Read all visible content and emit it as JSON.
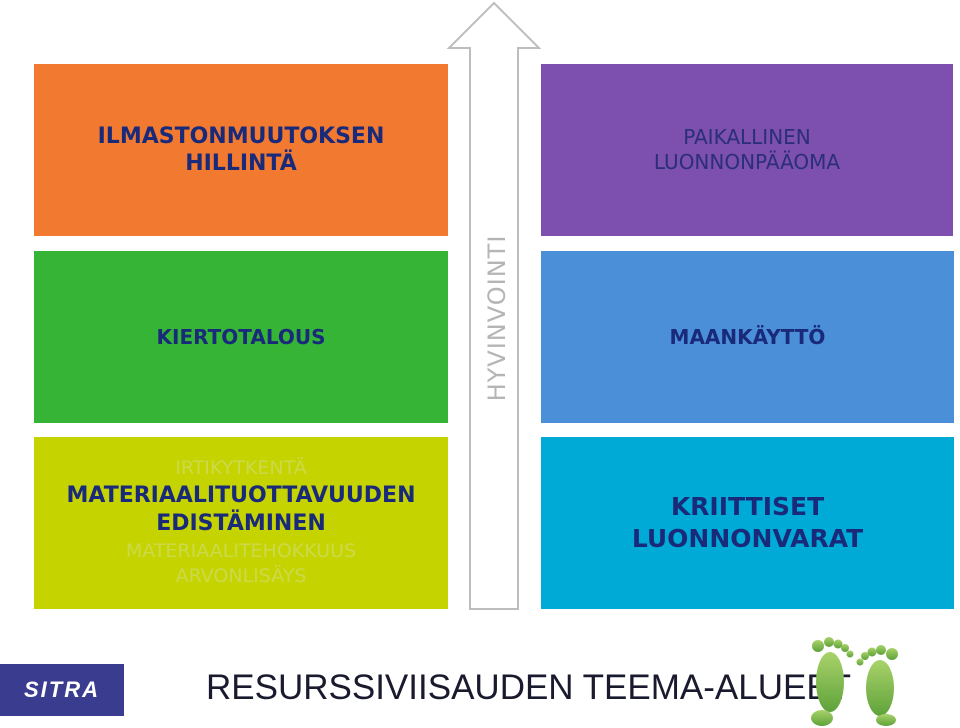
{
  "tiles": {
    "climate": "ILMASTONMUUTOKSEN\nHILLINTÄ",
    "natural_capital": "PAIKALLINEN\nLUONNONPÄÄOMA",
    "circular": "KIERTOTALOUS",
    "land_use": "MAANKÄYTTÖ",
    "materials": {
      "faint_top": "IRTIKYTKENTÄ",
      "main": "MATERIAALITUOTTAVUUDEN\nEDISTÄMINEN",
      "faint_bottom_1": "MATERIAALITEHOKKUUS",
      "faint_bottom_2": "ARVONLISÄYS"
    },
    "resources": "KRIITTISET\nLUONNONVARAT"
  },
  "arrow_label": "HYVINVOINTI",
  "logo_text": "SITRA",
  "footer_title": "RESURSSIVIISAUDEN TEEMA-ALUEET",
  "colors": {
    "orange": "#f27a30",
    "purple": "#7d4fae",
    "green": "#35b435",
    "blue": "#4a8fd8",
    "lime": "#c5d400",
    "cyan": "#00aad7",
    "text_navy": "#1a2a7a",
    "logo_bg": "#3a3d8f"
  },
  "icons": {
    "arrow": "up-arrow-icon",
    "feet": "footprints-icon"
  }
}
